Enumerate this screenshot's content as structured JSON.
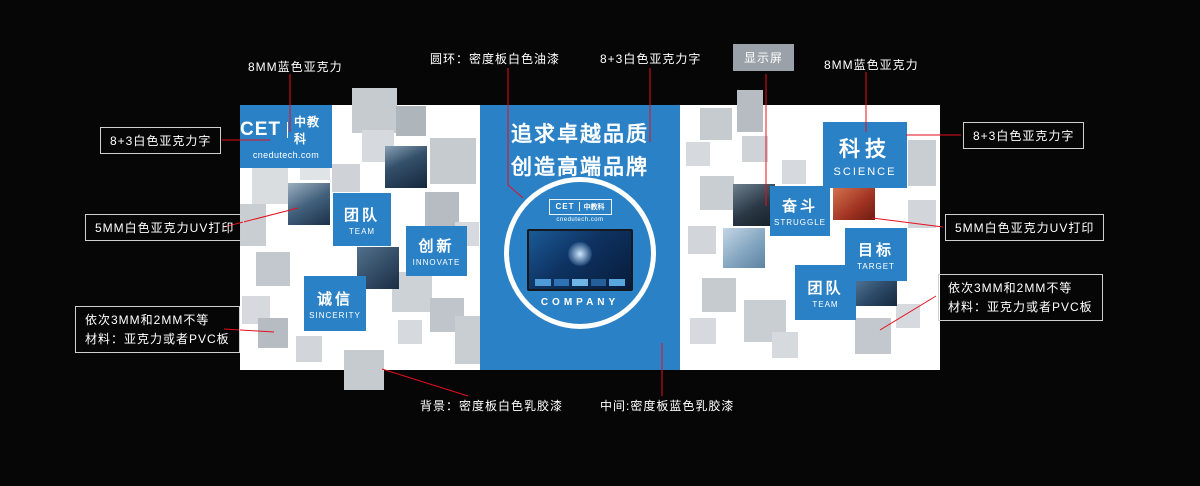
{
  "design": {
    "slogan_line1": "追求卓越品质",
    "slogan_line2": "创造高端品牌",
    "company": "COMPANY",
    "logo": {
      "cet": "CET",
      "cn": "中教科",
      "url": "cnedutech.com"
    },
    "science": {
      "cn": "科技",
      "en": "SCIENCE"
    },
    "tiles": {
      "team1": {
        "cn": "团队",
        "en": "TEAM"
      },
      "innovate": {
        "cn": "创新",
        "en": "INNOVATE"
      },
      "sincerity": {
        "cn": "诚信",
        "en": "SINCERITY"
      },
      "struggle": {
        "cn": "奋斗",
        "en": "STRUGGLE"
      },
      "target": {
        "cn": "目标",
        "en": "TARGET"
      },
      "team2": {
        "cn": "团队",
        "en": "TEAM"
      }
    }
  },
  "annotations": {
    "top_left": "8MM蓝色亚克力",
    "ring": "圆环：密度板白色油漆",
    "top_letters": "8+3白色亚克力字",
    "display": "显示屏",
    "top_right": "8MM蓝色亚克力",
    "left_letters": "8+3白色亚克力字",
    "left_uv": "5MM白色亚克力UV打印",
    "left_thickness_1": "依次3MM和2MM不等",
    "left_thickness_2": "材料：亚克力或者PVC板",
    "right_letters": "8+3白色亚克力字",
    "right_uv": "5MM白色亚克力UV打印",
    "right_thickness_1": "依次3MM和2MM不等",
    "right_thickness_2": "材料：亚克力或者PVC板",
    "bottom_background": "背景：密度板白色乳胶漆",
    "bottom_middle": "中间:密度板蓝色乳胶漆"
  },
  "colors": {
    "blue": "#2b81c5",
    "red": "#e60f1e",
    "wall": "#ffffff"
  }
}
